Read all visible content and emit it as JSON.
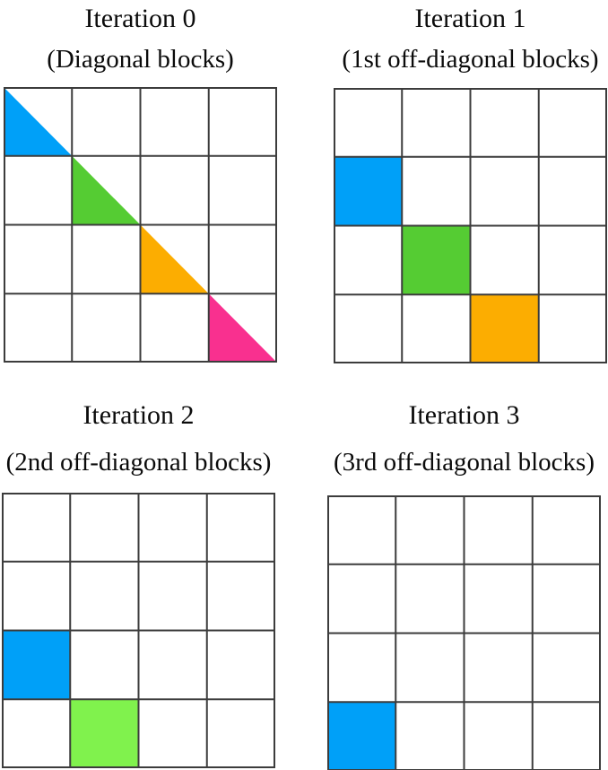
{
  "colors": {
    "blue": "#00A0F8",
    "green": "#55CC33",
    "light_green": "#80F24D",
    "orange": "#FCAD01",
    "pink": "#F9308F",
    "grid_line": "#3C3C3C",
    "background": "#FFFFFF"
  },
  "panels": [
    {
      "title": "Iteration 0",
      "subtitle": "(Diagonal blocks)",
      "grid_rows": 4,
      "grid_cols": 4,
      "blocks": [
        {
          "row": 0,
          "col": 0,
          "color": "blue",
          "shape": "lower-left-triangle"
        },
        {
          "row": 1,
          "col": 1,
          "color": "green",
          "shape": "lower-left-triangle"
        },
        {
          "row": 2,
          "col": 2,
          "color": "orange",
          "shape": "lower-left-triangle"
        },
        {
          "row": 3,
          "col": 3,
          "color": "pink",
          "shape": "lower-left-triangle"
        }
      ]
    },
    {
      "title": "Iteration 1",
      "subtitle": "(1st off-diagonal blocks)",
      "grid_rows": 4,
      "grid_cols": 4,
      "blocks": [
        {
          "row": 1,
          "col": 0,
          "color": "blue",
          "shape": "square"
        },
        {
          "row": 2,
          "col": 1,
          "color": "green",
          "shape": "square"
        },
        {
          "row": 3,
          "col": 2,
          "color": "orange",
          "shape": "square"
        }
      ]
    },
    {
      "title": "Iteration 2",
      "subtitle": "(2nd off-diagonal blocks)",
      "grid_rows": 4,
      "grid_cols": 4,
      "blocks": [
        {
          "row": 2,
          "col": 0,
          "color": "blue",
          "shape": "square"
        },
        {
          "row": 3,
          "col": 1,
          "color": "light_green",
          "shape": "square"
        }
      ]
    },
    {
      "title": "Iteration 3",
      "subtitle": "(3rd off-diagonal blocks)",
      "grid_rows": 4,
      "grid_cols": 4,
      "blocks": [
        {
          "row": 3,
          "col": 0,
          "color": "blue",
          "shape": "square"
        }
      ]
    }
  ]
}
